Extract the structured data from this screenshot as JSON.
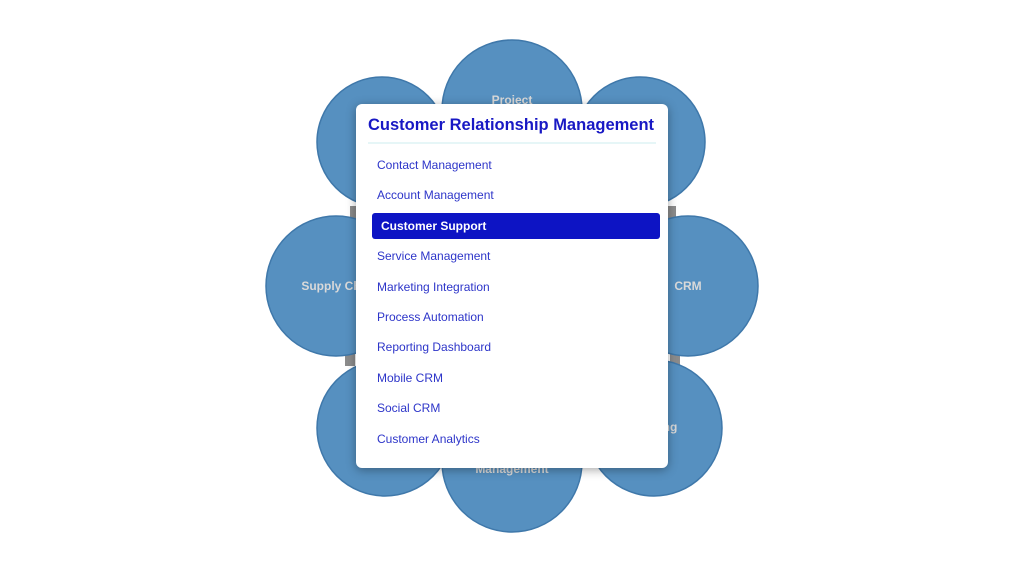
{
  "diagram": {
    "hub_segments": [
      {
        "id": "project",
        "label": "Project"
      },
      {
        "id": "top-right",
        "label": ""
      },
      {
        "id": "crm",
        "label": "CRM"
      },
      {
        "id": "bottom-right",
        "label": "ng"
      },
      {
        "id": "bottom",
        "label": "Management"
      },
      {
        "id": "bottom-left",
        "label": ""
      },
      {
        "id": "supply-chain",
        "label": "Supply Ch"
      },
      {
        "id": "top-left",
        "label": ""
      }
    ],
    "petal_color": "#5690c0"
  },
  "menu": {
    "title": "Customer Relationship Management",
    "items": [
      {
        "label": "Contact Management",
        "selected": false
      },
      {
        "label": "Account Management",
        "selected": false
      },
      {
        "label": "Customer Support",
        "selected": true
      },
      {
        "label": "Service Management",
        "selected": false
      },
      {
        "label": "Marketing Integration",
        "selected": false
      },
      {
        "label": "Process Automation",
        "selected": false
      },
      {
        "label": "Reporting Dashboard",
        "selected": false
      },
      {
        "label": "Mobile CRM",
        "selected": false
      },
      {
        "label": "Social CRM",
        "selected": false
      },
      {
        "label": "Customer Analytics",
        "selected": false
      }
    ],
    "title_color": "#1818c4",
    "item_color": "#2d35c9",
    "selected_bg": "#0d14c4"
  }
}
